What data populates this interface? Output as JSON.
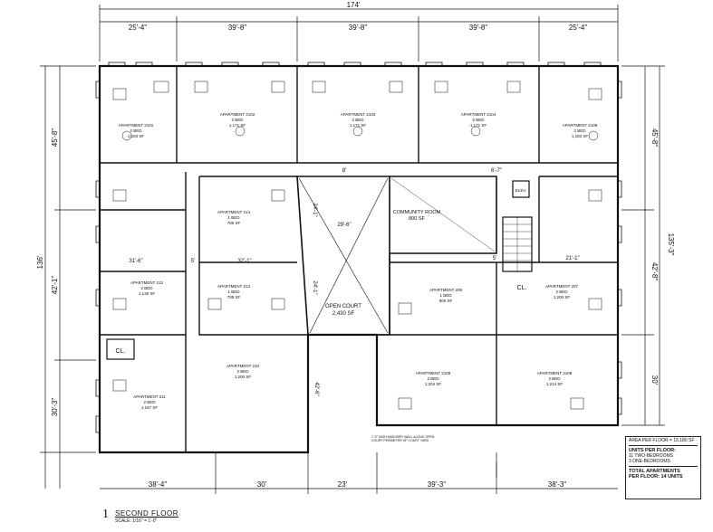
{
  "drawing": {
    "overall_top": "174'",
    "top_dims": [
      "25'-4\"",
      "39'-8\"",
      "39'-8\"",
      "39'-8\"",
      "25'-4\""
    ],
    "bottom_dims": [
      "38'-4\"",
      "30'",
      "23'",
      "39'-3\"",
      "38'-3\""
    ],
    "left_total": "136'",
    "left_dims": [
      "45'-8\"",
      "42'-1\"",
      "30'-3\""
    ],
    "right_total": "135'-3\"",
    "right_dims": [
      "45'-8\"",
      "42'-8\"",
      "30'"
    ],
    "inner_dims": {
      "corridor_gap": "8'",
      "court_width": "29'-6\"",
      "court_depth_upper": "24'-1\"",
      "court_depth_lower": "24'-1\"",
      "lower_court": "42'-6\"",
      "left_wing_a": "32'-1\"",
      "left_wing_b": "5'",
      "left_wing_c": "31'-6\"",
      "right_wing_a": "21'-1\"",
      "right_wing_b": "5'",
      "elev_offset": "6'-7\""
    }
  },
  "rooms": {
    "open_court": {
      "name": "OPEN COURT",
      "area": "2,430 SF"
    },
    "community_room": {
      "name": "COMMUNITY ROOM",
      "area": "800 SF"
    },
    "elevator": "ELEV.",
    "closet_left": "CL.",
    "closet_right": "CL."
  },
  "apartments": [
    {
      "id": "apt-nw",
      "name": "APARTMENT 2101",
      "beds": "2 BED",
      "area": "1,183 SF"
    },
    {
      "id": "apt-n1",
      "name": "APARTMENT 2102",
      "beds": "2 BED",
      "area": "1,171 SF"
    },
    {
      "id": "apt-n2",
      "name": "APARTMENT 2103",
      "beds": "2 BED",
      "area": "1,171 SF"
    },
    {
      "id": "apt-n3",
      "name": "APARTMENT 2104",
      "beds": "2 BED",
      "area": "1,171 SF"
    },
    {
      "id": "apt-ne",
      "name": "APARTMENT 2105",
      "beds": "2 BED",
      "area": "1,183 SF"
    },
    {
      "id": "apt-lw1",
      "name": "APARTMENT 214",
      "beds": "1 BED",
      "area": "785 SF"
    },
    {
      "id": "apt-lw2",
      "name": "APARTMENT 213",
      "beds": "1 BED",
      "area": "785 SF"
    },
    {
      "id": "apt-w",
      "name": "APARTMENT 212",
      "beds": "2 BED",
      "area": "1,135 SF"
    },
    {
      "id": "apt-sw",
      "name": "APARTMENT 211",
      "beds": "2 BED",
      "area": "1,167 SF"
    },
    {
      "id": "apt-s",
      "name": "APARTMENT 210",
      "beds": "2 BED",
      "area": "1,200 SF"
    },
    {
      "id": "apt-rw",
      "name": "APARTMENT 208",
      "beds": "1 BED",
      "area": "800 SF"
    },
    {
      "id": "apt-e",
      "name": "APARTMENT 207",
      "beds": "2 BED",
      "area": "1,200 SF"
    },
    {
      "id": "apt-se1",
      "name": "APARTMENT 2109",
      "beds": "2 BED",
      "area": "1,204 SF"
    },
    {
      "id": "apt-se2",
      "name": "APARTMENT 2108",
      "beds": "2 BED",
      "area": "1,214 SF"
    }
  ],
  "note": "7'-0\" HIGH MASONRY WALL ALONG OPEN COURT PERIMETER OF COURT YARD",
  "legend": {
    "area_per_floor": "AREA PER FLOOR = 15,180 SF",
    "units_heading": "UNITS PER FLOOR:",
    "two_bed": "11 TWO-BEDROOMS",
    "one_bed": "3 ONE-BEDROOMS",
    "total_line1": "TOTAL APARTMENTS",
    "total_line2": "PER FLOOR: 14 UNITS"
  },
  "title_block": {
    "number": "1",
    "title": "SECOND FLOOR",
    "scale": "SCALE: 1/16\" = 1'-0\""
  }
}
